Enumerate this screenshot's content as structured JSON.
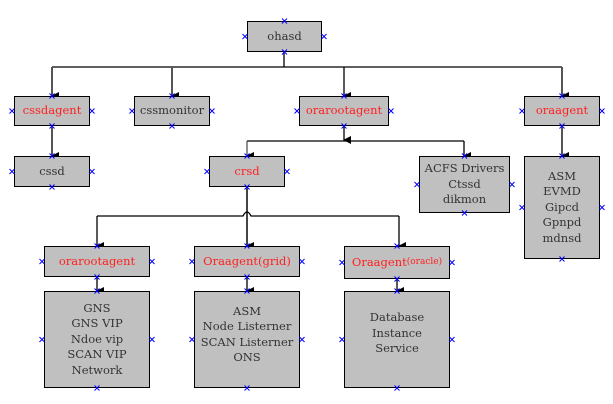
{
  "diagram": {
    "title": "Oracle Clusterware process tree",
    "colors": {
      "box_fill": "#c0c0c0",
      "highlight_text": "#ff2020",
      "normal_text": "#333333",
      "handle": "#0000ff"
    },
    "nodes": [
      {
        "id": "ohasd",
        "lines": [
          "ohasd"
        ],
        "highlight": false
      },
      {
        "id": "cssdagent",
        "lines": [
          "cssdagent"
        ],
        "highlight": true
      },
      {
        "id": "cssmonitor",
        "lines": [
          "cssmonitor"
        ],
        "highlight": false
      },
      {
        "id": "orarootagent",
        "lines": [
          "orarootagent"
        ],
        "highlight": true
      },
      {
        "id": "oraagent",
        "lines": [
          "oraagent"
        ],
        "highlight": true
      },
      {
        "id": "cssd",
        "lines": [
          "cssd"
        ],
        "highlight": false
      },
      {
        "id": "crsd",
        "lines": [
          "crsd"
        ],
        "highlight": true
      },
      {
        "id": "acfs",
        "lines": [
          "ACFS Drivers",
          "Ctssd",
          "dikmon"
        ],
        "highlight": false
      },
      {
        "id": "oraagent-services",
        "lines": [
          "ASM",
          "EVMD",
          "Gipcd",
          "Gpnpd",
          "mdnsd"
        ],
        "highlight": false
      },
      {
        "id": "crsd-orarootagent",
        "lines": [
          "orarootagent"
        ],
        "highlight": true
      },
      {
        "id": "oraagent-grid",
        "lines": [
          "Oraagent(grid)"
        ],
        "highlight": true
      },
      {
        "id": "oraagent-oracle",
        "label_main": "Oraagent",
        "label_small": "(oracle)",
        "highlight": true
      },
      {
        "id": "network-resources",
        "lines": [
          "GNS",
          "GNS VIP",
          "Ndoe vip",
          "SCAN VIP",
          "Network"
        ],
        "highlight": false
      },
      {
        "id": "grid-resources",
        "lines": [
          "ASM",
          "Node Listerner",
          "SCAN Listerner",
          "ONS"
        ],
        "highlight": false
      },
      {
        "id": "db-resources",
        "lines": [
          "Database",
          "Instance",
          "Service"
        ],
        "highlight": false
      }
    ],
    "edges": [
      [
        "ohasd",
        "cssdagent"
      ],
      [
        "ohasd",
        "cssmonitor"
      ],
      [
        "ohasd",
        "orarootagent"
      ],
      [
        "ohasd",
        "oraagent"
      ],
      [
        "cssdagent",
        "cssd"
      ],
      [
        "orarootagent",
        "crsd"
      ],
      [
        "orarootagent",
        "acfs"
      ],
      [
        "oraagent",
        "oraagent-services"
      ],
      [
        "crsd",
        "crsd-orarootagent"
      ],
      [
        "crsd",
        "oraagent-grid"
      ],
      [
        "crsd",
        "oraagent-oracle"
      ],
      [
        "crsd-orarootagent",
        "network-resources"
      ],
      [
        "oraagent-grid",
        "grid-resources"
      ],
      [
        "oraagent-oracle",
        "db-resources"
      ]
    ]
  }
}
